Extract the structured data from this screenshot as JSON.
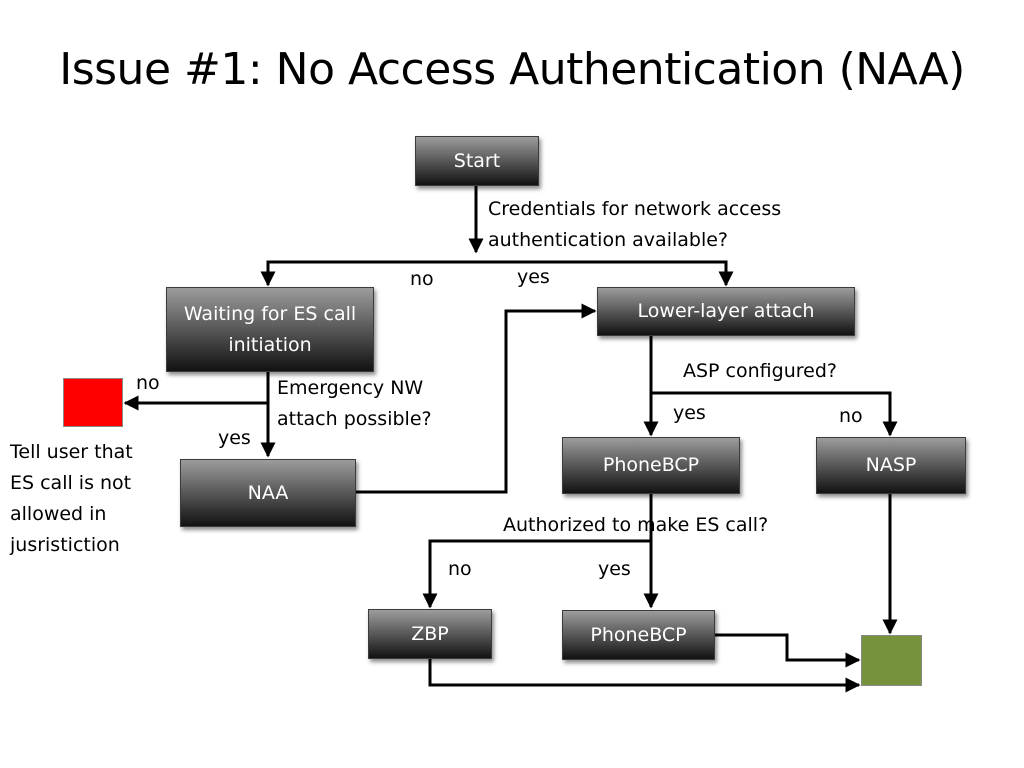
{
  "title": "Issue #1:  No Access Authentication (NAA)",
  "nodes": {
    "start": "Start",
    "waiting": "Waiting for ES call initiation",
    "naa": "NAA",
    "lower_layer": "Lower-layer attach",
    "phonebcp_top": "PhoneBCP",
    "nasp": "NASP",
    "zbp": "ZBP",
    "phonebcp_bottom": "PhoneBCP"
  },
  "questions": {
    "credentials": "Credentials for network access\nauthentication available?",
    "emergency": "Emergency NW\nattach possible?",
    "asp": "ASP configured?",
    "authorized": "Authorized to make ES call?"
  },
  "edge_labels": {
    "credentials_no": "no",
    "credentials_yes": "yes",
    "emergency_no": "no",
    "emergency_yes": "yes",
    "asp_yes": "yes",
    "asp_no": "no",
    "authorized_no": "no",
    "authorized_yes": "yes"
  },
  "notes": {
    "not_allowed": "Tell user that\nES call is not\nallowed in\njusristiction"
  },
  "colors": {
    "fail_square": "#ff0000",
    "success_square": "#76923c"
  }
}
